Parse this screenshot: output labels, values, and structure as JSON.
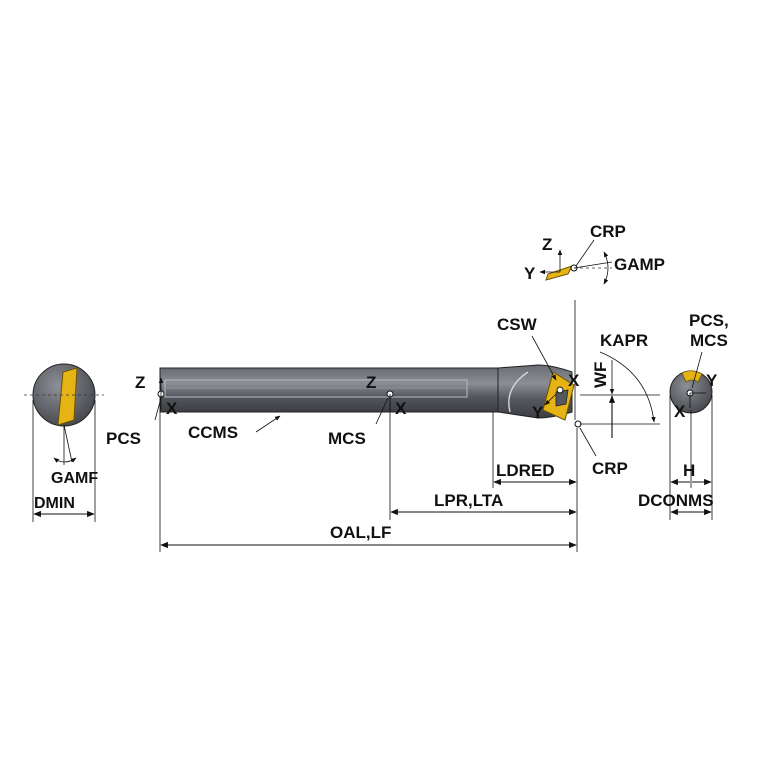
{
  "labels": {
    "gamf": "GAMF",
    "dmin": "DMIN",
    "pcs": "PCS",
    "ccms": "CCMS",
    "mcs": "MCS",
    "z_left": "Z",
    "x_left": "X",
    "z_mid": "Z",
    "x_mid": "X",
    "oal_lf": "OAL,LF",
    "lpr_lta": "LPR,LTA",
    "ldred": "LDRED",
    "crp_bottom": "CRP",
    "crp_top": "CRP",
    "gamp": "GAMP",
    "z_top": "Z",
    "y_top": "Y",
    "csw": "CSW",
    "kapr": "KAPR",
    "wf": "WF",
    "x_head": "X",
    "y_head": "Y",
    "pcs_mcs_1": "PCS,",
    "pcs_mcs_2": "MCS",
    "y_end": "Y",
    "x_end": "X",
    "h": "H",
    "dconms": "DCONMS"
  },
  "colors": {
    "shank": "#55575e",
    "shank_light": "#8a8c93",
    "insert": "#e5b414",
    "line": "#111111"
  }
}
